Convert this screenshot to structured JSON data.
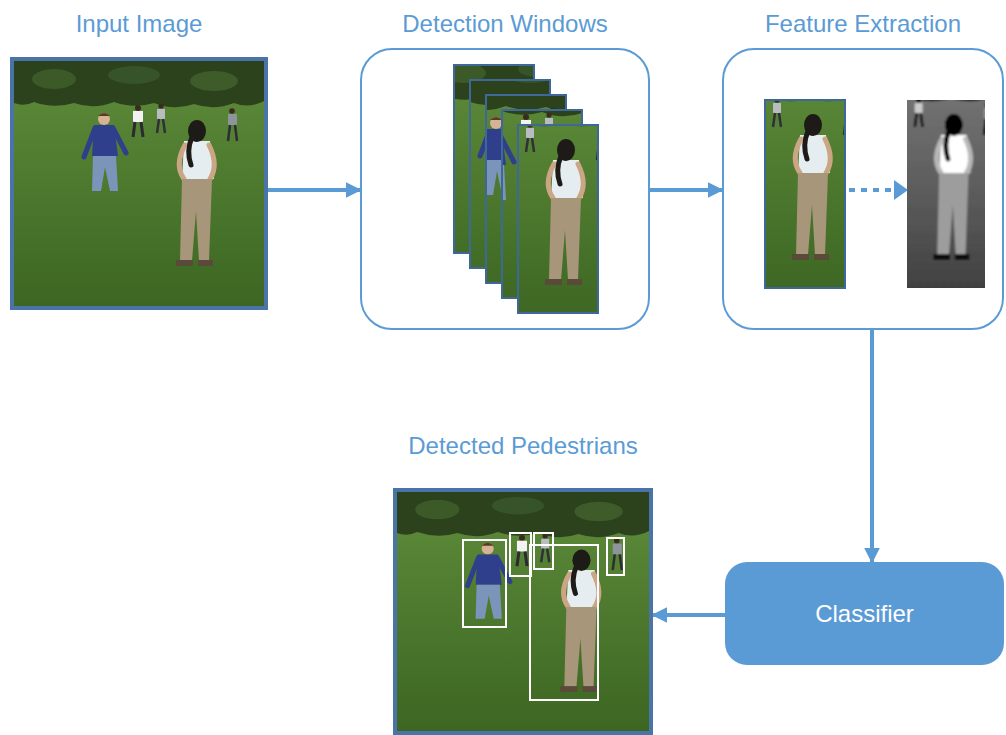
{
  "diagram": {
    "nodes": [
      {
        "text": [
          "Input Image"
        ]
      },
      {
        "text": [
          "Detection Windows"
        ]
      },
      {
        "text": [
          "Feature Extraction"
        ]
      },
      {
        "text": [
          "Detected Pedestrians"
        ]
      },
      {
        "text": [
          "Classifier"
        ]
      }
    ],
    "edges": [
      {
        "from": 0,
        "to": 1,
        "arrow": "to"
      },
      {
        "from": 1,
        "to": 2,
        "arrow": "to"
      },
      {
        "from": 2,
        "to": 4,
        "arrow": "to"
      },
      {
        "from": 4,
        "to": 3,
        "arrow": "to"
      }
    ]
  }
}
